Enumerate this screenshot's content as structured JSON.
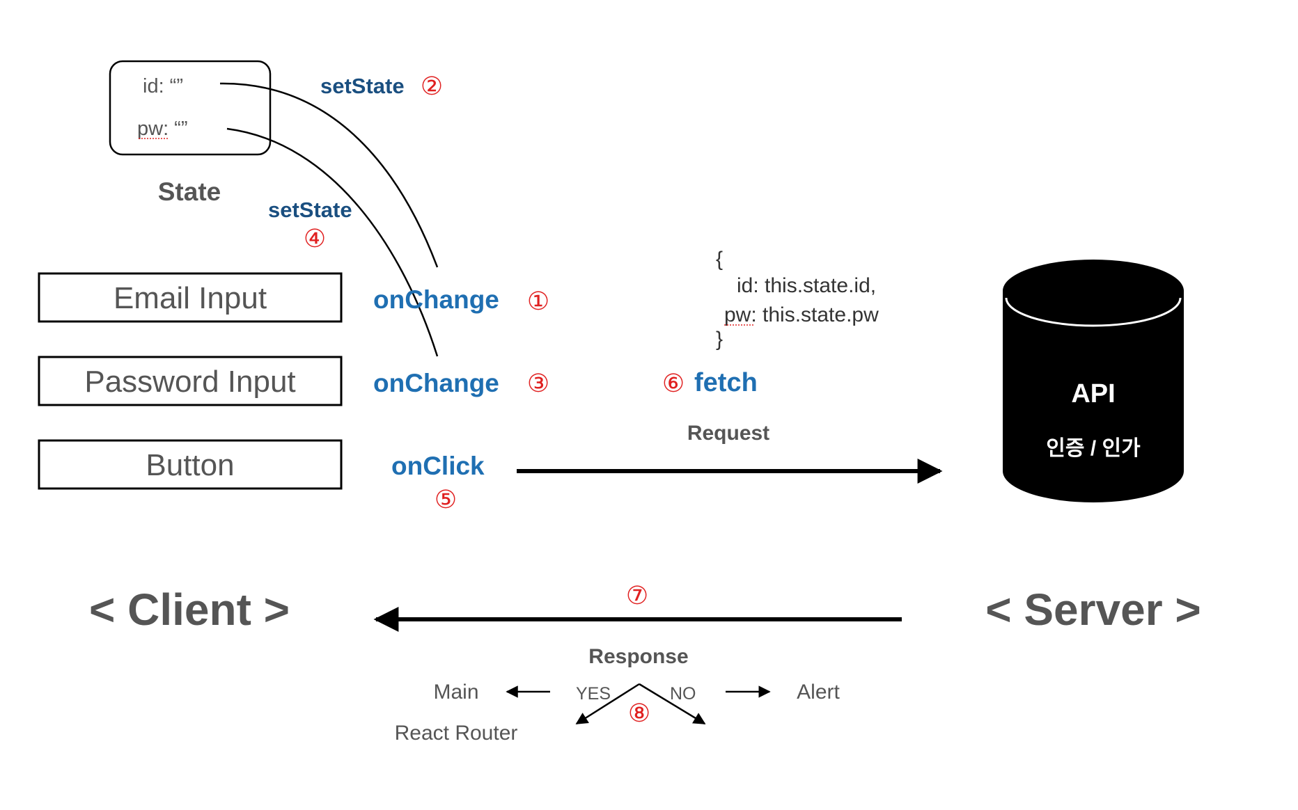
{
  "state_box": {
    "id_line": "id:  “”",
    "pw_line": "pw:  “”",
    "caption": "State"
  },
  "inputs": {
    "email": "Email Input",
    "password": "Password Input",
    "button": "Button"
  },
  "events": {
    "email_on_change": "onChange",
    "email_step": "①",
    "set_state_top": "setState",
    "set_state_top_step": "②",
    "password_on_change": "onChange",
    "password_step": "③",
    "set_state_mid": "setState",
    "set_state_mid_step": "④",
    "on_click": "onClick",
    "on_click_step": "⑤"
  },
  "request": {
    "body_open": "{",
    "body_id": "id: this.state.id,",
    "body_pw": "pw: this.state.pw",
    "body_close": "}",
    "fetch_step": "⑥",
    "fetch_label": "fetch",
    "label": "Request"
  },
  "api": {
    "title": "API",
    "subtitle": "인증 / 인가"
  },
  "sides": {
    "client": "< Client >",
    "server": "< Server >"
  },
  "response": {
    "step": "⑦",
    "label": "Response",
    "yes": "YES",
    "no": "NO",
    "branch_step": "⑧",
    "main": "Main",
    "router": "React Router",
    "alert": "Alert"
  },
  "colors": {
    "accent_blue": "#1f6fb2",
    "navy": "#1a4f80",
    "step_red": "#e02020",
    "text_gray": "#555555",
    "black": "#000000"
  }
}
